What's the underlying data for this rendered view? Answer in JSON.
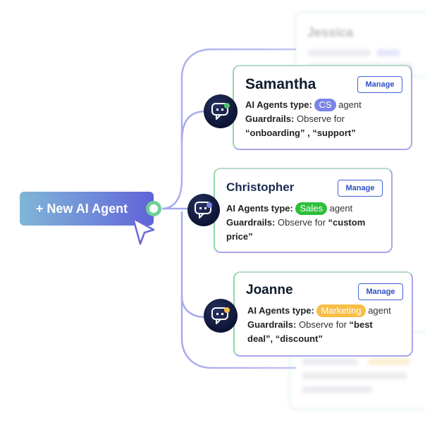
{
  "new_agent_button": {
    "label": "+ New AI Agent"
  },
  "background_cards": {
    "top_title": "Jessica"
  },
  "agents": [
    {
      "name": "Samantha",
      "manage_label": "Manage",
      "type_label": "AI Agents type:",
      "type_tag": "CS",
      "type_suffix": "agent",
      "guardrails_label": "Guardrails:",
      "guardrails_text": "Observe for",
      "guardrails_values": "“onboarding” , “support”",
      "tag_color": "#7b83e8",
      "status_color": "#4cc86a"
    },
    {
      "name": "Christopher",
      "manage_label": "Manage",
      "type_label": "AI Agents type:",
      "type_tag": "Sales",
      "type_suffix": "agent",
      "guardrails_label": "Guardrails:",
      "guardrails_text": "Observe for",
      "guardrails_value_1": "“custom",
      "guardrails_value_2": "price”",
      "tag_color": "#2fbf3b",
      "status_color": "#7b83e8"
    },
    {
      "name": "Joanne",
      "manage_label": "Manage",
      "type_label": "AI Agents type:",
      "type_tag": "Marketing",
      "type_suffix": "agent",
      "guardrails_label": "Guardrails:",
      "guardrails_text": "Observe for",
      "guardrails_value_1": "“best",
      "guardrails_value_2": "deal”, “discount”",
      "tag_color": "#f7bd45",
      "status_color": "#f7bd45"
    }
  ]
}
